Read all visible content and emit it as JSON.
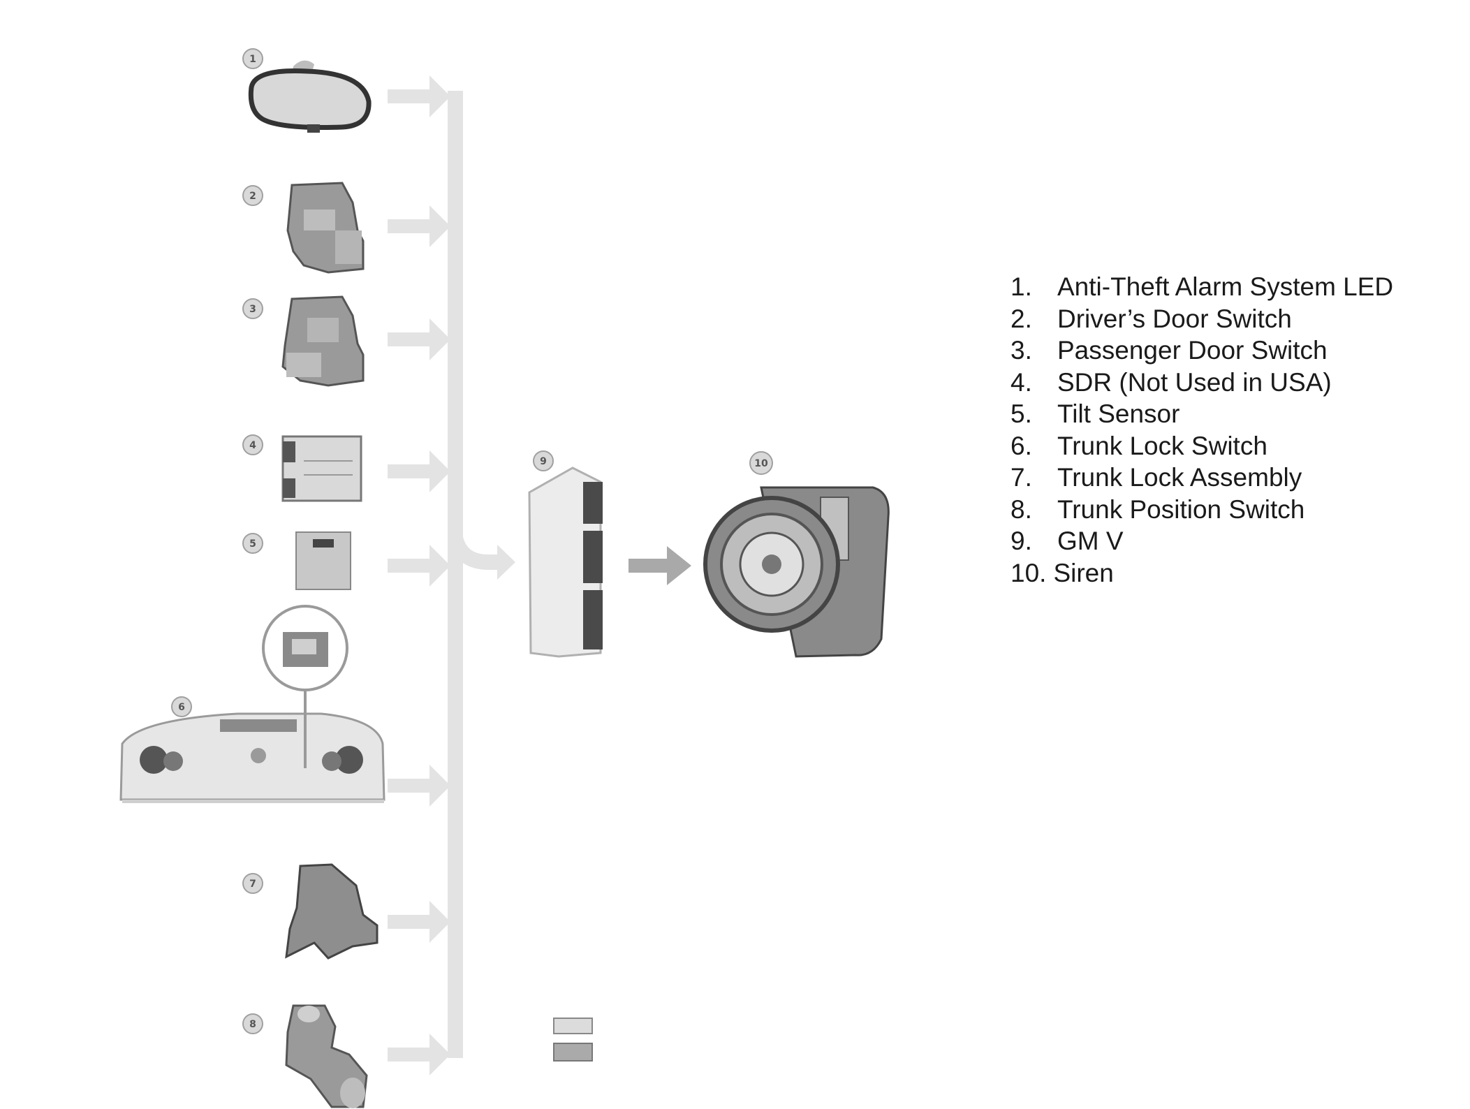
{
  "legend": {
    "items": [
      {
        "number": "1.",
        "label": "Anti-Theft Alarm System LED"
      },
      {
        "number": "2.",
        "label": "Driver’s Door Switch"
      },
      {
        "number": "3.",
        "label": "Passenger Door Switch"
      },
      {
        "number": "4.",
        "label": "SDR (Not Used in USA)"
      },
      {
        "number": "5.",
        "label": "Tilt Sensor"
      },
      {
        "number": "6.",
        "label": "Trunk Lock Switch"
      },
      {
        "number": "7.",
        "label": "Trunk Lock Assembly"
      },
      {
        "number": "8.",
        "label": "Trunk Position Switch"
      },
      {
        "number": "9.",
        "label": "GM V"
      },
      {
        "number": "10.",
        "label": "Siren"
      }
    ]
  },
  "badges": {
    "b1": "1",
    "b2": "2",
    "b3": "3",
    "b4": "4",
    "b5": "5",
    "b6": "6",
    "b7": "7",
    "b8": "8",
    "b9": "9",
    "b10": "10"
  },
  "colors": {
    "arrow": "#e3e3e3",
    "arrow_dark": "#a9a9a9",
    "part_fill": "#9a9a9a",
    "badge": "#d9d9d9",
    "swatch_light": "#dcdcdc",
    "swatch_dark": "#aaaaaa"
  }
}
